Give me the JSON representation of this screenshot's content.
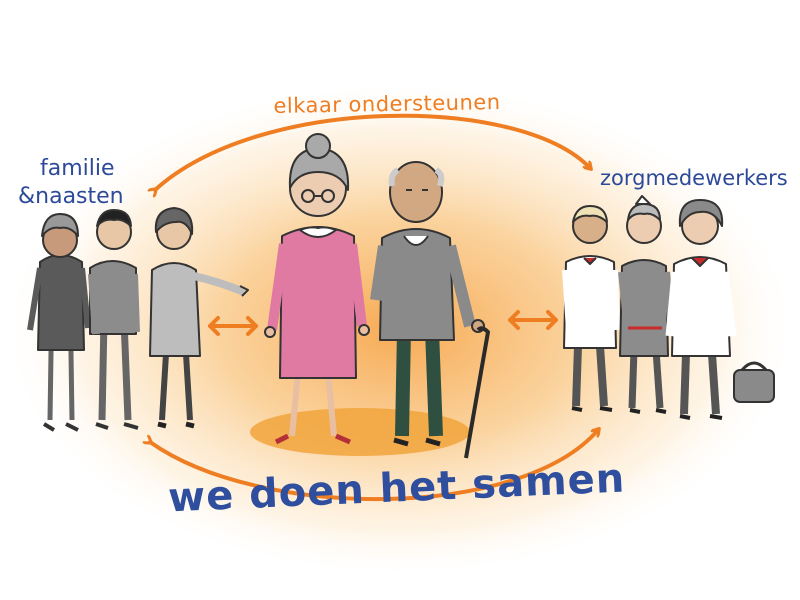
{
  "labels": {
    "top_arrow": "elkaar ondersteunen",
    "left_group_line1": "familie",
    "left_group_line2": "&naasten",
    "right_group": "zorgmedewerkers",
    "bottom_slogan": "we doen het samen"
  },
  "colors": {
    "arrow_orange": "#ef7d22",
    "text_blue": "#2d4a9a",
    "glow": "#f7b45a"
  },
  "icons": [
    "family-group",
    "elderly-couple",
    "care-workers",
    "medical-bag",
    "cane",
    "double-arrow"
  ]
}
